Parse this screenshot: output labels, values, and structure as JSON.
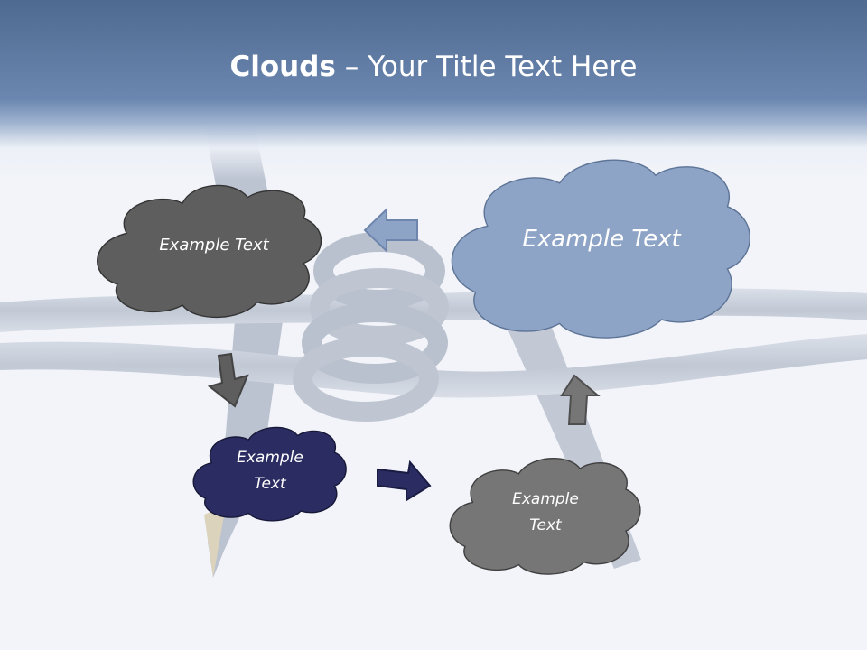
{
  "slide": {
    "title_bold": "Clouds",
    "title_separator": " – ",
    "title_rest": "Your Title Text Here"
  },
  "clouds": {
    "top_left": {
      "label": "Example Text",
      "fill": "#5e5e5e"
    },
    "top_right": {
      "label": "Example Text",
      "fill": "#8ea4c6"
    },
    "bottom_left": {
      "label": "Example\nText",
      "fill": "#2b2d62"
    },
    "bottom_right": {
      "label": "Example\nText",
      "fill": "#767676"
    }
  },
  "colors": {
    "title_band_dark": "#4f6a90",
    "cloud_outline": "#3a3a3a",
    "cloud_outline_blue": "#5d7497",
    "arrow_light_blue": "#8ea4c6",
    "arrow_gray": "#5e5e5e",
    "arrow_navy": "#2b2d62",
    "arrow_dark_gray": "#767676"
  },
  "icons": {
    "background": "barbed-wire-and-fountain-pen"
  }
}
